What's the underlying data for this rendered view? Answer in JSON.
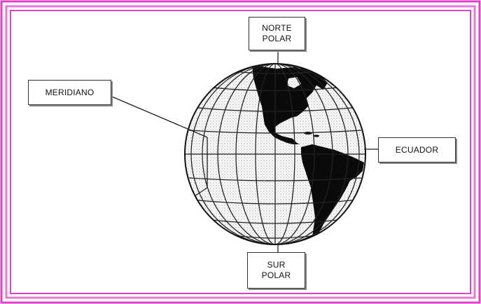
{
  "labels": {
    "north": [
      "NORTE",
      "POLAR"
    ],
    "south": [
      "SUR",
      "POLAR"
    ],
    "meridian": "MERIDIANO",
    "equator": "ECUADOR"
  },
  "colors": {
    "frame_outer": "#e040c8",
    "frame_inner": "#e878d8",
    "ink": "#111111",
    "land": "#0a0a0a",
    "ocean_stipple": "#9a9a9a"
  }
}
